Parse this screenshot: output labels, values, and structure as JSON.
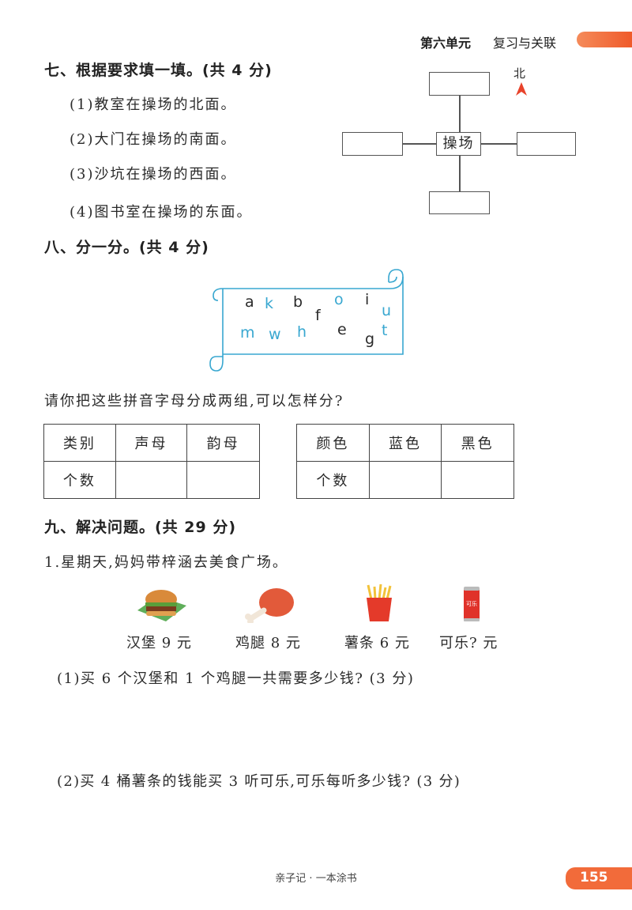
{
  "header": {
    "unit": "第六单元",
    "title": "复习与关联"
  },
  "section7": {
    "heading": "七、根据要求填一填。(共 4 分)",
    "items": [
      "(1)教室在操场的北面。",
      "(2)大门在操场的南面。",
      "(3)沙坑在操场的西面。",
      "(4)图书室在操场的东面。"
    ],
    "map": {
      "center_label": "操场",
      "north_label": "北"
    }
  },
  "section8": {
    "heading": "八、分一分。(共 4 分)",
    "letters": [
      {
        "ch": "a",
        "color": "black"
      },
      {
        "ch": "k",
        "color": "blue"
      },
      {
        "ch": "b",
        "color": "black"
      },
      {
        "ch": "o",
        "color": "blue"
      },
      {
        "ch": "i",
        "color": "black"
      },
      {
        "ch": "u",
        "color": "blue"
      },
      {
        "ch": "f",
        "color": "black"
      },
      {
        "ch": "m",
        "color": "blue"
      },
      {
        "ch": "w",
        "color": "blue"
      },
      {
        "ch": "h",
        "color": "blue"
      },
      {
        "ch": "e",
        "color": "black"
      },
      {
        "ch": "t",
        "color": "blue"
      },
      {
        "ch": "g",
        "color": "black"
      }
    ],
    "question": "请你把这些拼音字母分成两组,可以怎样分?",
    "table1": {
      "headers": [
        "类别",
        "声母",
        "韵母"
      ],
      "row_label": "个数"
    },
    "table2": {
      "headers": [
        "颜色",
        "蓝色",
        "黑色"
      ],
      "row_label": "个数"
    }
  },
  "section9": {
    "heading": "九、解决问题。(共 29 分)",
    "q1": "1.星期天,妈妈带梓涵去美食广场。",
    "foods": [
      {
        "icon": "burger-icon",
        "label": "汉堡 9 元"
      },
      {
        "icon": "chicken-leg-icon",
        "label": "鸡腿 8 元"
      },
      {
        "icon": "fries-icon",
        "label": "薯条 6 元"
      },
      {
        "icon": "cola-icon",
        "label": "可乐? 元"
      }
    ],
    "cola_can_text": "可乐",
    "sub1": "(1)买 6 个汉堡和 1 个鸡腿一共需要多少钱? (3 分)",
    "sub2": "(2)买 4 桶薯条的钱能买 3 听可乐,可乐每听多少钱? (3 分)"
  },
  "footer": {
    "brand": "亲子记 · 一本涂书",
    "page": "155"
  },
  "colors": {
    "accent_orange": "#f26b3a",
    "letter_blue": "#38a7d0"
  }
}
